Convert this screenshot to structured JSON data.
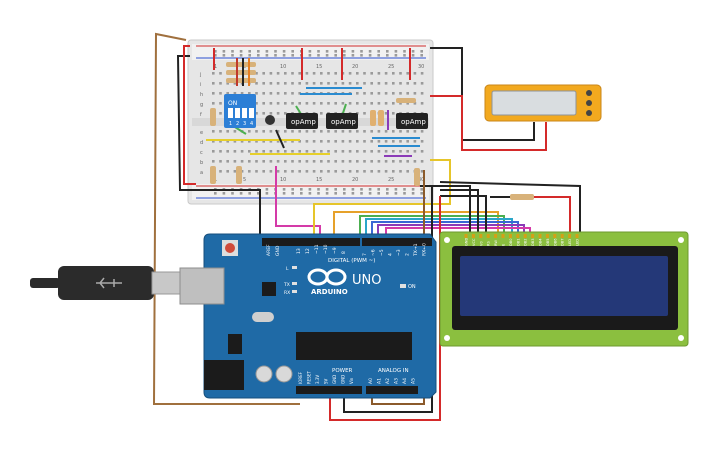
{
  "breadboard": {
    "row_letters_top": [
      "j",
      "i",
      "h",
      "g",
      "f"
    ],
    "row_letters_bottom": [
      "e",
      "d",
      "c",
      "b",
      "a"
    ],
    "col_numbers_top": [
      "1",
      "5",
      "10",
      "15",
      "20",
      "25",
      "30"
    ],
    "col_numbers_bottom": [
      "1",
      "5",
      "10",
      "15",
      "20",
      "25",
      "30"
    ]
  },
  "dip_switch": {
    "on_label": "ON",
    "numbers": [
      "1",
      "2",
      "3",
      "4"
    ]
  },
  "opamps": [
    {
      "label": "opAmp"
    },
    {
      "label": "opAmp"
    },
    {
      "label": "opAmp"
    }
  ],
  "arduino": {
    "logo_text": "ARDUINO",
    "model_text": "UNO",
    "digital_label": "DIGITAL (PWM ~)",
    "power_label": "POWER",
    "analog_label": "ANALOG IN",
    "on_label": "ON",
    "led_labels": [
      "L",
      "TX",
      "RX"
    ],
    "aref_label": "AREF",
    "gnd_label": "GND",
    "power_pins": [
      "IOREF",
      "RESET",
      "3.3V",
      "5V",
      "GND",
      "GND",
      "Vin"
    ],
    "analog_pins": [
      "A0",
      "A1",
      "A2",
      "A3",
      "A4",
      "A5"
    ],
    "digital_pins_right": [
      "7",
      "~6",
      "~5",
      "4",
      "~3",
      "2",
      "TX→1",
      "RX←0"
    ],
    "digital_pins_left": [
      "13",
      "12",
      "~11",
      "~10",
      "~9",
      "8"
    ]
  },
  "lcd": {
    "pin_labels": [
      "GND",
      "VCC",
      "V0",
      "RS",
      "RW",
      "E",
      "DB0",
      "DB1",
      "DB2",
      "DB3",
      "DB4",
      "DB5",
      "DB6",
      "DB7",
      "LED",
      "LED"
    ]
  },
  "colors": {
    "arduino_blue": "#1f6aa6",
    "breadboard": "#e9e9e9",
    "lcd_green": "#8bbf3f",
    "lcd_screen": "#243878",
    "wire_black": "#222222",
    "wire_red": "#d42a2a",
    "wire_brown": "#a0703e",
    "multimeter": "#f2a91f"
  },
  "icons": [
    "usb-cable-icon",
    "potentiometer-icon",
    "reset-button-icon",
    "infinity-logo-icon"
  ]
}
